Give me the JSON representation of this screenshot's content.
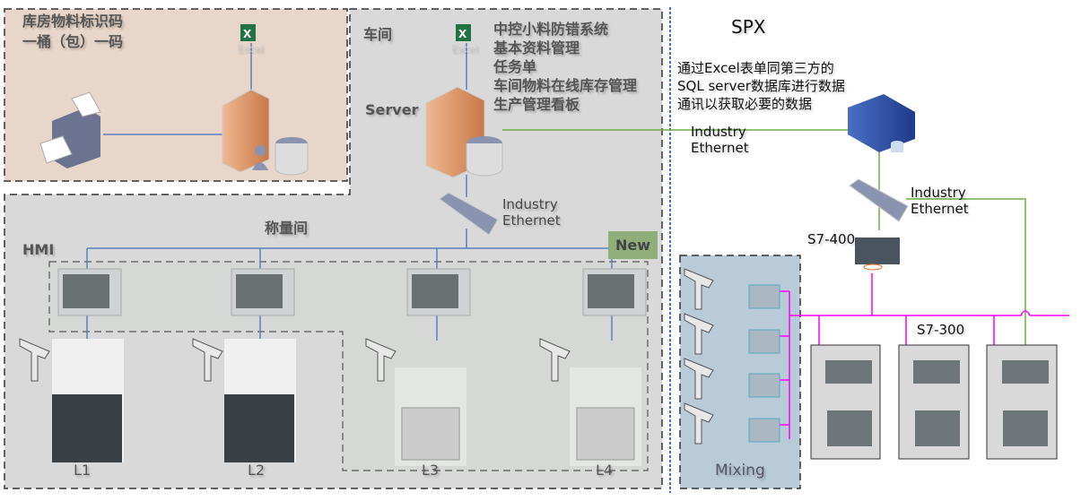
{
  "warehouse": {
    "title_line1": "库房物料标识码",
    "title_line2": "一桶（包）一码",
    "excel_label": "Excel"
  },
  "workshop": {
    "title": "车间",
    "excel_label": "Excel",
    "server_label": "Server",
    "features": [
      "中控小料防错系统",
      "基本资料管理",
      "任务单",
      "车间物料在线库存管理",
      "生产管理看板"
    ],
    "ethernet_label_1": "Industry",
    "ethernet_label_2": "Ethernet"
  },
  "weighing": {
    "title": "称量间",
    "hmi_label": "HMI",
    "new_badge": "New",
    "lines": [
      "L1",
      "L2",
      "L3",
      "L4"
    ]
  },
  "spx": {
    "title": "SPX",
    "desc": [
      "通过Excel表单同第三方的",
      "SQL server数据库进行数据",
      "通讯以获取必要的数据"
    ],
    "ethernet1_1": "Industry",
    "ethernet1_2": "Ethernet",
    "ethernet2_1": "Industry",
    "ethernet2_2": "Ethernet",
    "s7_400": "S7-400",
    "s7_300": "S7-300",
    "mixing": "Mixing"
  },
  "colors": {
    "green_link": "#70ad47",
    "magenta_link": "#ff00ff",
    "blue_link": "#5b7fc0",
    "warehouse_fill": "#e9d6ca",
    "workshop_fill": "#d9d9d9",
    "mixing_fill": "#b9cad9",
    "new_badge": "#8fae7a"
  }
}
